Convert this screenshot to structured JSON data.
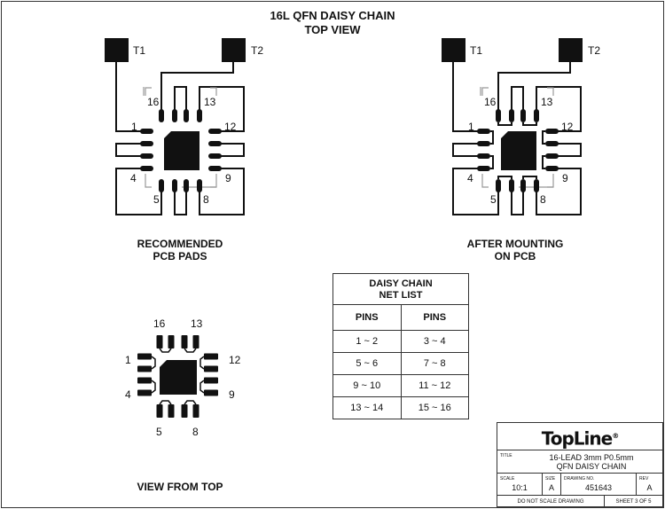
{
  "title_line1": "16L QFN DAISY CHAIN",
  "title_line2": "TOP VIEW",
  "views": [
    {
      "caption1": "RECOMMENDED",
      "caption2": "PCB PADS",
      "terminal1": "T1",
      "terminal2": "T2",
      "pins": {
        "p1": "1",
        "p4": "4",
        "p5": "5",
        "p8": "8",
        "p9": "9",
        "p12": "12",
        "p13": "13",
        "p16": "16"
      }
    },
    {
      "caption1": "AFTER MOUNTING",
      "caption2": "ON PCB",
      "terminal1": "T1",
      "terminal2": "T2",
      "pins": {
        "p1": "1",
        "p4": "4",
        "p5": "5",
        "p8": "8",
        "p9": "9",
        "p12": "12",
        "p13": "13",
        "p16": "16"
      }
    },
    {
      "caption1": "VIEW FROM TOP",
      "pins": {
        "p1": "1",
        "p4": "4",
        "p5": "5",
        "p8": "8",
        "p9": "9",
        "p12": "12",
        "p13": "13",
        "p16": "16"
      }
    }
  ],
  "net_list": {
    "title1": "DAISY CHAIN",
    "title2": "NET LIST",
    "col1": "PINS",
    "col2": "PINS",
    "rows": [
      [
        "1 ~ 2",
        "3 ~ 4"
      ],
      [
        "5 ~ 6",
        "7 ~ 8"
      ],
      [
        "9 ~ 10",
        "11 ~ 12"
      ],
      [
        "13 ~ 14",
        "15 ~ 16"
      ]
    ]
  },
  "title_block": {
    "logo": "TopLine",
    "logo_mark": "®",
    "title_label": "TITLE",
    "title1": "16-LEAD 3mm P0.5mm",
    "title2": "QFN DAISY CHAIN",
    "scale_label": "SCALE",
    "scale": "10:1",
    "size_label": "SIZE",
    "size": "A",
    "drawing_label": "DRAWING NO.",
    "drawing_no": "451643",
    "rev_label": "REV",
    "rev": "A",
    "note": "DO NOT SCALE DRAWING",
    "sheet": "SHEET 3 OF 5"
  }
}
